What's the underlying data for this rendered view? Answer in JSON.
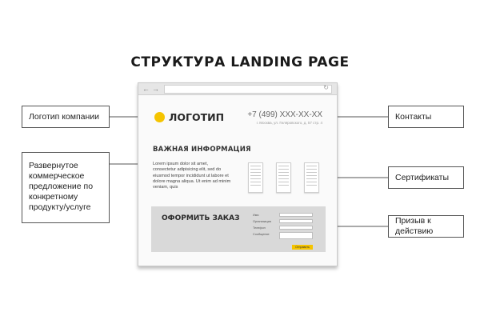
{
  "title": "СТРУКТУРА LANDING PAGE",
  "labels": {
    "logo": "Логотип компании",
    "offer": "Развернутое коммерческое предложение по конкретному продукту/услуге",
    "contacts": "Контакты",
    "certificates": "Сертификаты",
    "cta": "Призыв к действию"
  },
  "browser": {
    "nav_back": "←",
    "nav_forward": "→",
    "reload_icon": "refresh-icon"
  },
  "page": {
    "logo_text": "ЛОГОТИП",
    "logo_color": "#f5c400",
    "phone": "+7 (499) XXX-XX-XX",
    "address": "г. Москва, ул. Гиляровского, д. 57 стр. 4",
    "info_heading": "ВАЖНАЯ ИНФОРМАЦИЯ",
    "lorem": "Lorem ipsum dolor sit amet, consectetur adipisicing elit, sed do eiusmod tempor incididunt ut labore et dolore magna aliqua. Ut enim ad minim veniam, quis",
    "cta_heading": "ОФОРМИТЬ ЗАКАЗ",
    "form": {
      "name": "Имя",
      "org": "Организация",
      "phone": "Телефон",
      "message": "Сообщение",
      "send": "Отправить"
    }
  }
}
